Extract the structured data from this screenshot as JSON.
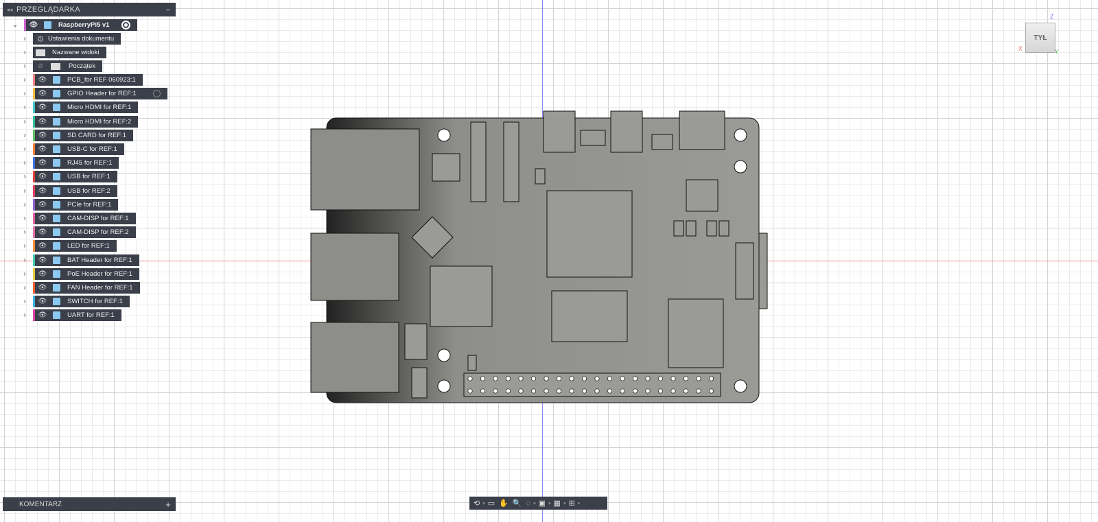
{
  "browser": {
    "title": "PRZEGLĄDARKA",
    "collapse_label": "−",
    "root": {
      "label": "RaspberryPi5 v1",
      "stripe": "#d060d0"
    },
    "folders": [
      {
        "label": "Ustawienia dokumentu",
        "icon": "gear-icon"
      },
      {
        "label": "Nazwane widoki",
        "icon": "folder-icon"
      },
      {
        "label": "Początek",
        "icon": "folder-icon"
      }
    ],
    "components": [
      {
        "label": "PCB_for REF 060923:1",
        "color": "#f08080"
      },
      {
        "label": "GPIO Header for REF:1",
        "color": "#f0c040"
      },
      {
        "label": "Micro HDMI for REF:1",
        "color": "#40c8c8"
      },
      {
        "label": "Micro HDMI for REF:2",
        "color": "#30c0a0"
      },
      {
        "label": "SD CARD for REF:1",
        "color": "#60c060"
      },
      {
        "label": "USB-C for REF:1",
        "color": "#f08040"
      },
      {
        "label": "RJ45 for REF:1",
        "color": "#4070e0"
      },
      {
        "label": "USB for REF:1",
        "color": "#e04040"
      },
      {
        "label": "USB for REF:2",
        "color": "#e04060"
      },
      {
        "label": "PCIe for REF:1",
        "color": "#9060d0"
      },
      {
        "label": "CAM-DISP for REF:1",
        "color": "#e060a0"
      },
      {
        "label": "CAM-DISP for REF:2",
        "color": "#e070b0"
      },
      {
        "label": "LED for REF:1",
        "color": "#f09040"
      },
      {
        "label": "BAT Header for REF:1",
        "color": "#40d0b0"
      },
      {
        "label": "PoE Header for REF:1",
        "color": "#e0d040"
      },
      {
        "label": "FAN Header for REF:1",
        "color": "#f06030"
      },
      {
        "label": "SWITCH for REF:1",
        "color": "#40b0e0"
      },
      {
        "label": "UART for REF:1",
        "color": "#e040a0"
      }
    ]
  },
  "comments": {
    "title": "KOMENTARZ",
    "add_label": "+"
  },
  "viewcube": {
    "face": "TYŁ",
    "z": "Z",
    "x": "X",
    "y": "Y"
  }
}
